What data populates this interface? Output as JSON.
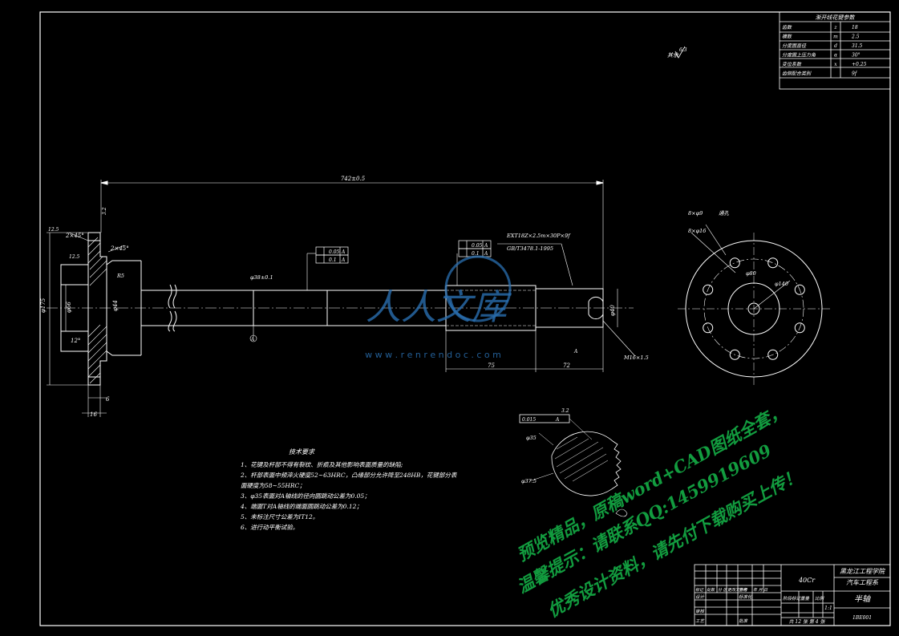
{
  "drawing": {
    "background": "#000000",
    "line_color": "#ffffff",
    "accent_cyan": "#27b8f0",
    "watermark_green": "#16b84a",
    "watermark_blue": "#2a6fb0"
  },
  "spline_table": {
    "title": "渐开线花键参数",
    "rows": [
      {
        "name": "齿数",
        "sym": "z",
        "val": "18"
      },
      {
        "name": "模数",
        "sym": "m",
        "val": "2.5"
      },
      {
        "name": "分度圆直径",
        "sym": "d",
        "val": "31.5"
      },
      {
        "name": "分度圆上压力角",
        "sym": "α",
        "val": "30°"
      },
      {
        "name": "变位系数",
        "sym": "x",
        "val": "+0.25"
      },
      {
        "name": "齿侧配合类别",
        "sym": "",
        "val": "9f"
      }
    ]
  },
  "roughness_note": {
    "label": "其余",
    "value": "6.3"
  },
  "dims": {
    "total_length": "742±0.5",
    "flange_chamfer": "2×45°",
    "flange_chamfer2": "2×45°",
    "flange_dia": "φ175",
    "hub_dia": "φ66",
    "shaft_dia": "φ44",
    "taper_angle": "12°",
    "flange_thick": "6",
    "flange_width": "16",
    "ra1": "12.5",
    "ra2": "12.5",
    "ra3": "3.2",
    "spline_spec": "EXT18Z×2.5m×30P×9f",
    "spline_std": "GB/T3478.1-1995",
    "gt1_val": "0.05",
    "gt1_ref": "A",
    "gt2_val": "0.1",
    "gt2_ref": "A",
    "gt3_val": "0.05",
    "gt3_ref": "A",
    "gt4_val": "0.1",
    "gt4_ref": "A",
    "shaft_mid_dia": "φ38±0.1",
    "datum": "A",
    "seg_75": "75",
    "seg_72": "72",
    "end_dia": "φ40",
    "thread": "M16×1.5",
    "r_label": "R5",
    "tol_label": "A",
    "sect_dia1": "φ35",
    "sect_dia2": "φ37.5",
    "sect_tol": "0.015",
    "sect_rough": "3.2",
    "holes": "8×φ9",
    "holes2": "8×φ16",
    "pcd": "φ140",
    "center_dia": "φ80",
    "through_note": "通孔",
    "sect_ref": "A"
  },
  "tech_req": {
    "title": "技术要求",
    "items": [
      "1、花键及杆部不得有裂纹、折痕及其他影响表面质量的缺陷;",
      "2、杆部表面中频淬火硬度52~63HRC，凸缘部分允许降至248HB，花键部分表",
      "   面硬度为58~55HRC；",
      "3、φ35表面对A轴线的径向圆跳动公差为0.05；",
      "4、端面T对A轴线的端面圆跳动公差为0.12；",
      "5、未标注尺寸公差为IT12。",
      "6、进行动平衡试验。"
    ]
  },
  "title_block": {
    "school": "黑龙江工程学院",
    "dept": "汽车工程系",
    "part_name": "半轴",
    "material": "40Cr",
    "drawing_no": "1BE001",
    "scale": "1:1",
    "sheet": "共 12 张  第 4 张",
    "h_labels": [
      "标记",
      "处数",
      "分 区",
      "更改文件号",
      "签名",
      "年 月 日"
    ],
    "r_labels": [
      "设计",
      "标准化",
      "审核",
      "工艺",
      "批准"
    ],
    "stage_labels": [
      "阶段标记",
      "重量",
      "比例"
    ]
  },
  "watermark": {
    "logo_text": "人人文库",
    "url": "w w w . r e n r e n d o c . c o m",
    "line1": "预览精品，原稿word+CAD图纸全套，",
    "line2": "温馨提示：请联系QQ:1459919609",
    "line3": "优秀设计资料，请先付下载购买上传！"
  }
}
